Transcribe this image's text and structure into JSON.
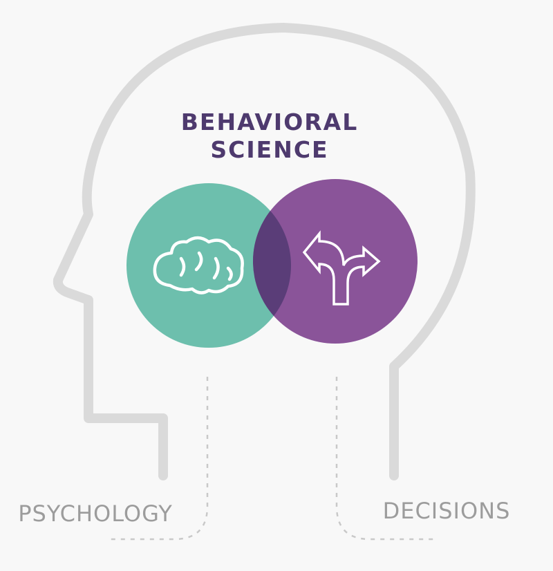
{
  "title": {
    "line1": "BEHAVIORAL",
    "line2": "SCIENCE"
  },
  "labels": {
    "left": "PSYCHOLOGY",
    "right": "DECISIONS"
  },
  "circles": {
    "left": {
      "icon": "brain-icon"
    },
    "right": {
      "icon": "split-arrows-icon"
    }
  },
  "colors": {
    "background": "#f8f8f8",
    "head_outline": "#dadada",
    "dotted_connector": "#c9c9c9",
    "title": "#4e3a6e",
    "left_circle": "#6dbfad",
    "right_circle": "#8a5499",
    "overlap": "#5a3d78",
    "icon_stroke": "#ffffff",
    "label": "#9c9c9c"
  }
}
